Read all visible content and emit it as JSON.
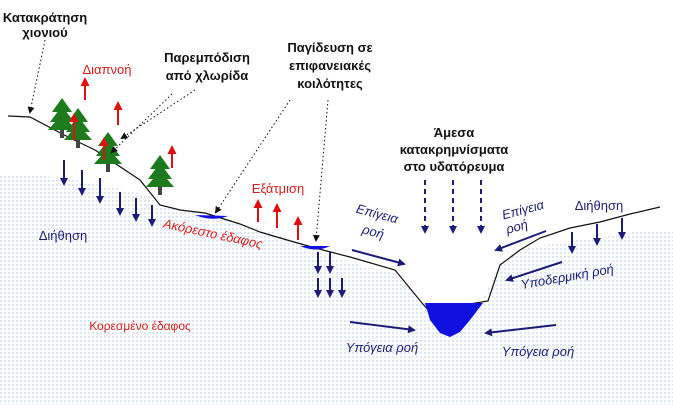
{
  "labels": {
    "snow_interception": [
      "Κατακράτηση",
      "χιονιού"
    ],
    "transpiration": "Διαπνοή",
    "vegetation_obstruction": [
      "Παρεμπόδιση",
      "από χλωρίδα"
    ],
    "surface_trapping": [
      "Παγίδευση σε",
      "επιφανειακές",
      "κοιλότητες"
    ],
    "direct_precipitation": [
      "Άμεσα",
      "κατακρημνίσματα",
      "στο υδατόρευμα"
    ],
    "evaporation": "Εξάτμιση",
    "surface_flow_left": [
      "Επίγεια",
      "ροή"
    ],
    "surface_flow_right": [
      "Επίγεια",
      "ροή"
    ],
    "infiltration_left": "Διήθηση",
    "infiltration_right": "Διήθηση",
    "unsaturated_soil": "Ακόρεστο έδαφος",
    "subsurface_flow": "Υποδερμική ροή",
    "saturated_soil": "Κορεσμένο έδαφος",
    "groundwater_flow_left": "Υπόγεια ροή",
    "groundwater_flow_right": "Υπόγεια ροή"
  },
  "colors": {
    "ground_dots": "#9fc3e0",
    "arrow_blue": "#1c1c78",
    "arrow_red": "#e01010",
    "water": "#1010e0",
    "tree": "#1d7a1d",
    "text_red": "#d81e1e",
    "text_black": "#111111"
  }
}
